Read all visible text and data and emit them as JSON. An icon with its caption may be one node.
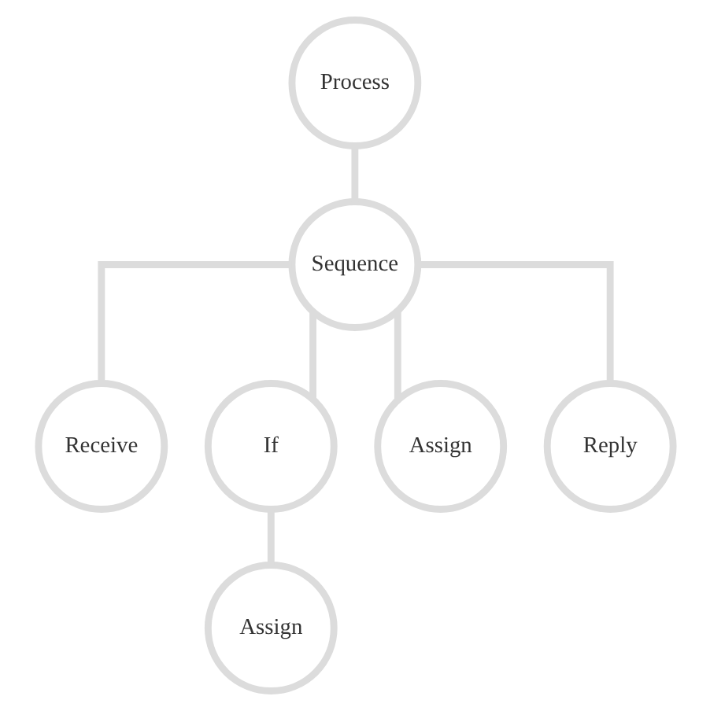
{
  "diagram": {
    "nodes": [
      {
        "text": [
          "Process"
        ]
      },
      {
        "text": [
          "Sequence"
        ]
      },
      {
        "text": [
          "Receive"
        ]
      },
      {
        "text": [
          "If"
        ]
      },
      {
        "text": [
          "Assign"
        ]
      },
      {
        "text": [
          "Reply"
        ]
      },
      {
        "text": [
          "Assign"
        ]
      }
    ],
    "edges": [
      {
        "from": 0,
        "to": 1,
        "arrow": "none"
      },
      {
        "from": 1,
        "to": 2,
        "arrow": "none"
      },
      {
        "from": 1,
        "to": 3,
        "arrow": "none"
      },
      {
        "from": 1,
        "to": 4,
        "arrow": "none"
      },
      {
        "from": 1,
        "to": 5,
        "arrow": "none"
      },
      {
        "from": 3,
        "to": 6,
        "arrow": "none"
      }
    ]
  }
}
